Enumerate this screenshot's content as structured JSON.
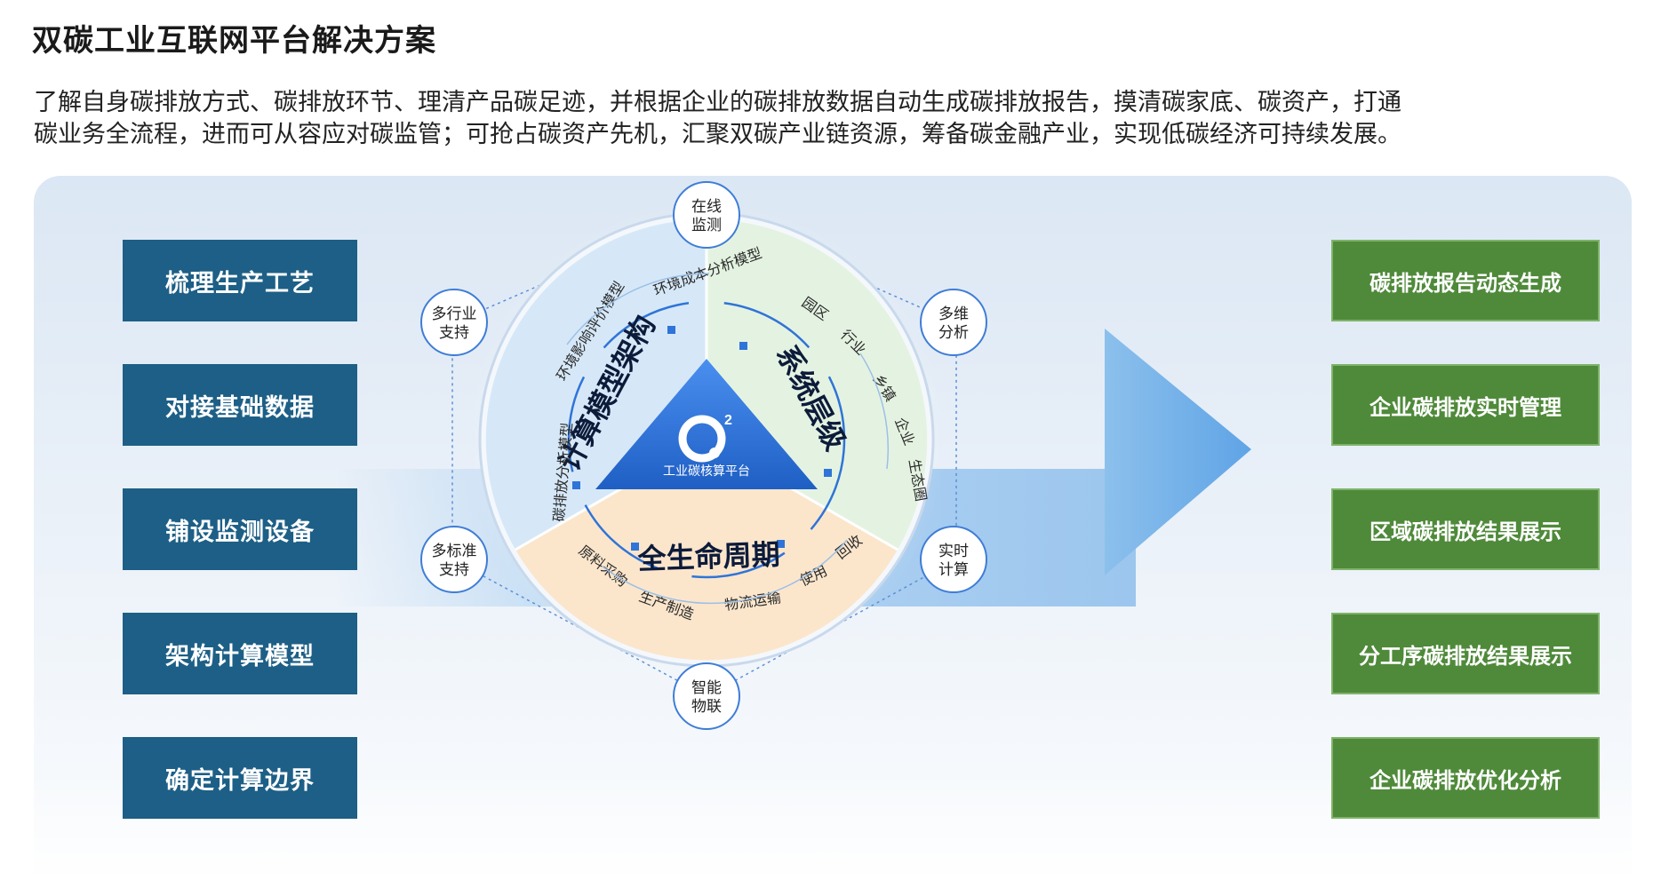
{
  "title": "双碳工业互联网平台解决方案",
  "intro_lines": [
    "了解自身碳排放方式、碳排放环节、理清产品碳足迹，并根据企业的碳排放数据自动生成碳排放报告，摸清碳家底、碳资产，打通",
    "碳业务全流程，进而可从容应对碳监管；可抢占碳资产先机，汇聚双碳产业链资源，筹备碳金融产业，实现低碳经济可持续发展。"
  ],
  "left_steps": [
    "梳理生产工艺",
    "对接基础数据",
    "铺设监测设备",
    "架构计算模型",
    "确定计算边界"
  ],
  "right_outputs": [
    "碳排放报告动态生成",
    "企业碳排放实时管理",
    "区域碳排放结果展示",
    "分工序碳排放结果展示",
    "企业碳排放优化分析"
  ],
  "nodes": {
    "top": [
      "在线",
      "监测"
    ],
    "upper_left": [
      "多行业",
      "支持"
    ],
    "upper_right": [
      "多维",
      "分析"
    ],
    "lower_left": [
      "多标准",
      "支持"
    ],
    "lower_right": [
      "实时",
      "计算"
    ],
    "bottom": [
      "智能",
      "物联"
    ]
  },
  "center": {
    "logo": "2",
    "label": "工业碳核算平台"
  },
  "sectors": {
    "compute": {
      "title": "计算模型架构",
      "items": [
        "环境成本分析模型",
        "环境影响评价模型",
        "碳排放分析模型"
      ]
    },
    "system": {
      "title": "系统层级",
      "items": [
        "园区",
        "行业",
        "乡镇",
        "企业",
        "生态圈"
      ]
    },
    "lifecycle": {
      "title": "全生命周期",
      "items": [
        "原料采购",
        "生产制造",
        "物流运输",
        "使用",
        "回收"
      ]
    }
  },
  "colors": {
    "step_box": "#1d5f86",
    "output_box": "#4f8a3a",
    "triangle": "#2f74d8",
    "sector_compute": "#d6e8f8",
    "sector_system": "#e4f3e1",
    "sector_lifecycle": "#fbe6cc"
  }
}
